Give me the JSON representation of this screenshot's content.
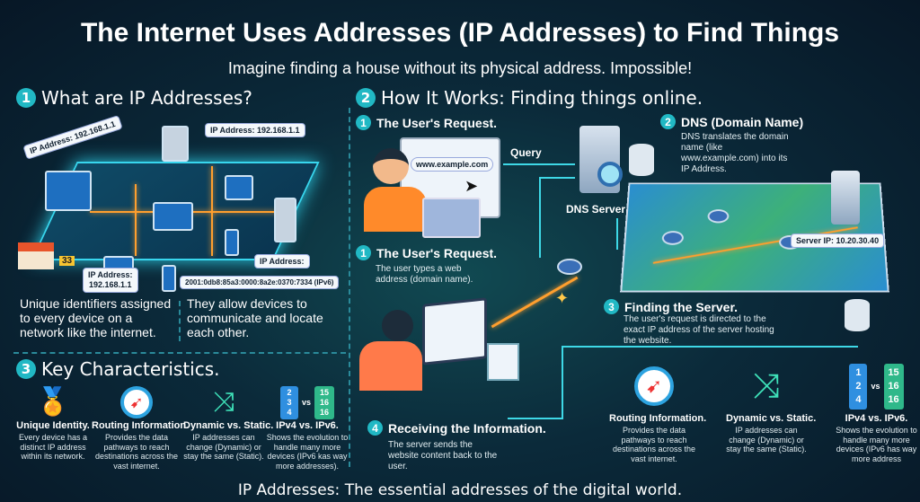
{
  "title": "The Internet Uses Addresses (IP Addresses) to Find Things",
  "subtitle": "Imagine finding a house without its physical address. Impossible!",
  "section1": {
    "num": "1",
    "heading": "What are IP Addresses?",
    "tags": [
      "IP Address: 192.168.1.1",
      "IP Address: 192.168.1.1",
      "IP Address:",
      "192.168.1.1",
      "IP Address:",
      "2001:0db8:85a3:0000:8a2e:0370:7334 (IPv6)"
    ],
    "house_number": "33",
    "text_left": "Unique identifiers assigned to every device on a network like the internet.",
    "text_right": "They allow devices to communicate and locate each other."
  },
  "section3": {
    "num": "3",
    "heading": "Key Characteristics.",
    "items": [
      {
        "title": "Unique Identity.",
        "desc": "Every device has a distinct IP address within its network."
      },
      {
        "title": "Routing Information.",
        "desc": "Provides the data pathways to reach destinations across the vast internet."
      },
      {
        "title": "Dynamic vs. Static.",
        "desc": "IP addresses can change (Dynamic) or stay the same (Static)."
      },
      {
        "title": "IPv4 vs. IPv6.",
        "desc": "Shows the evolution to handle many more devices (IPv6 kas way more addresses)."
      }
    ],
    "ipv4_digits": [
      "2",
      "3",
      "4"
    ],
    "ipv6_digits": [
      "15",
      "16",
      "16"
    ],
    "vs": "vs"
  },
  "section2": {
    "num": "2",
    "heading": "How It Works: Finding things online.",
    "step1a": {
      "num": "1",
      "title": "The User's Request."
    },
    "url": "www.example.com",
    "query": "Query",
    "dns_server": "DNS Server",
    "step2": {
      "num": "2",
      "title": "DNS (Domain Name)",
      "desc": "DNS translates the domain name (like www.example.com) into its IP Address."
    },
    "server_ip": "Server IP: 10.20.30.40",
    "step1b": {
      "num": "1",
      "title": "The User's Request.",
      "desc": "The user types a web address (domain name)."
    },
    "step3": {
      "num": "3",
      "title": "Finding the Server.",
      "desc": "The user's request is directed to the exact IP address of the server hosting the website."
    },
    "step4": {
      "num": "4",
      "title": "Receiving the Information.",
      "desc": "The server sends the website content back to the user."
    },
    "items": [
      {
        "title": "Routing Information.",
        "desc": "Provides the data pathways to reach destinations across the vast internet."
      },
      {
        "title": "Dynamic vs. Static.",
        "desc": "IP addresses can change (Dynamic) or stay the same (Static)."
      },
      {
        "title": "IPv4 vs. IPv6.",
        "desc": "Shows the evolution to handle many more devices (IPv6 has way more address"
      }
    ],
    "ipv4_digits": [
      "1",
      "2",
      "4"
    ],
    "ipv6_digits": [
      "15",
      "16",
      "16"
    ],
    "vs": "vs"
  },
  "footer": "IP Addresses: The essential addresses of the digital world.",
  "colors": {
    "accent": "#21b8c4",
    "orange": "#ff9f2e",
    "cyan": "#3ed8e6"
  }
}
